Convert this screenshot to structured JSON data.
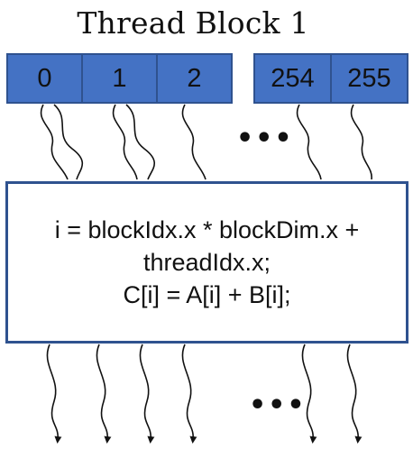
{
  "diagram": {
    "title": "Thread Block 1",
    "threads": [
      "0",
      "1",
      "2",
      "254",
      "255"
    ],
    "ellipsis": "•••",
    "code_lines": [
      "i = blockIdx.x * blockDim.x +",
      "threadIdx.x;",
      "C[i] = A[i] + B[i];"
    ]
  },
  "colors": {
    "cell_fill": "#4472c4",
    "cell_border": "#2f528f",
    "box_border": "#2f528f"
  }
}
